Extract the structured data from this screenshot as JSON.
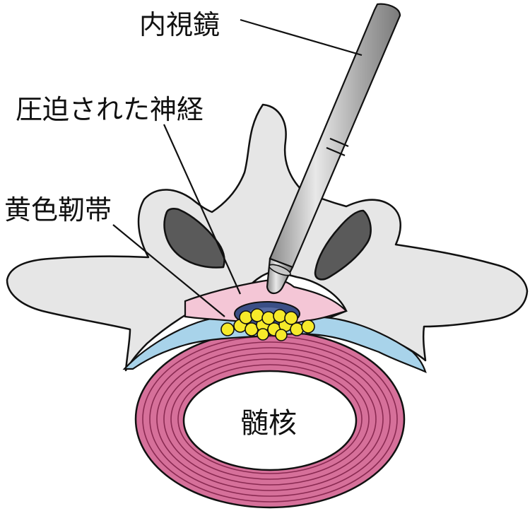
{
  "labels": {
    "endoscope": "内視鏡",
    "compressed_nerve": "圧迫された神経",
    "ligamentum_flavum": "黄色靭帯",
    "nucleus_pulposus": "髄核"
  },
  "colors": {
    "bone": "#e6e6e6",
    "bone_shadow": "#5a5a5a",
    "ligament_pink": "#f4c6d6",
    "blue_band": "#a8d3ea",
    "nerve_navy": "#3b4f86",
    "fat_yellow": "#f6ea2a",
    "disc_pink": "#d6709a",
    "scope_gray": "#b0b0b0"
  }
}
